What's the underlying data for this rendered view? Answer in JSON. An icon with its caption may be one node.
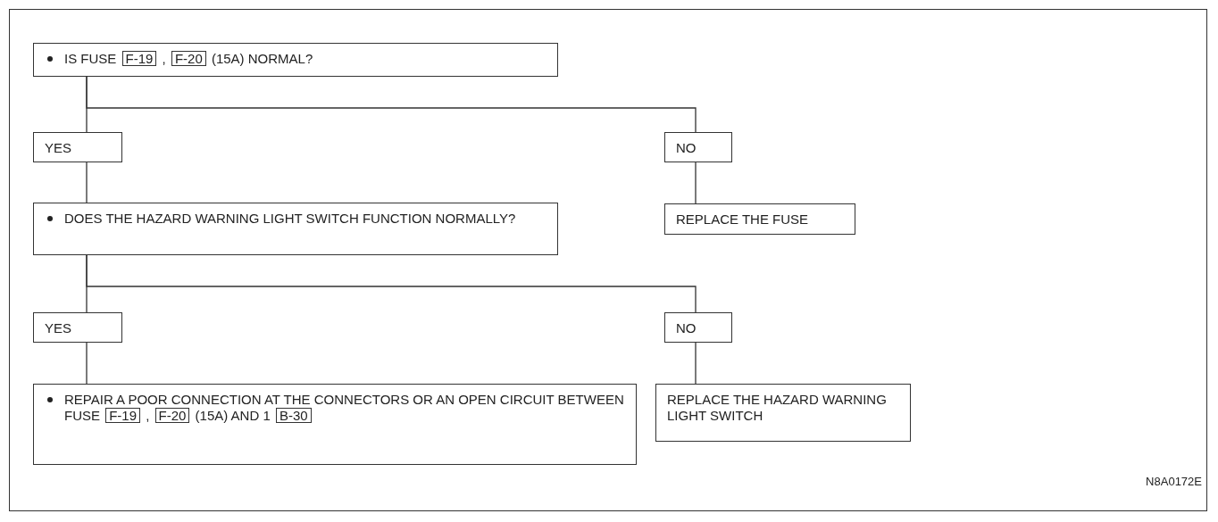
{
  "diagram": {
    "nodes": [
      {
        "text": [
          "IS FUSE",
          ",",
          "(15A) NORMAL?"
        ]
      },
      {
        "text": [
          "F-19"
        ],
        "in": 0
      },
      {
        "text": [
          "F-20"
        ],
        "in": 0
      },
      {
        "text": [
          "YES"
        ]
      },
      {
        "text": [
          "NO"
        ]
      },
      {
        "text": [
          "DOES THE HAZARD WARNING LIGHT SWITCH FUNCTION NORMALLY?"
        ]
      },
      {
        "text": [
          "REPLACE THE FUSE"
        ]
      },
      {
        "text": [
          "YES"
        ]
      },
      {
        "text": [
          "NO"
        ]
      },
      {
        "text": [
          "REPAIR A POOR CONNECTION AT THE CONNECTORS OR AN OPEN CIRCUIT BETWEEN FUSE",
          ",",
          "(15A) AND 1"
        ]
      },
      {
        "text": [
          "F-19"
        ],
        "in": 9
      },
      {
        "text": [
          "F-20"
        ],
        "in": 9
      },
      {
        "text": [
          "B-30"
        ],
        "in": 9
      },
      {
        "text": [
          "REPLACE THE HAZARD WARNING LIGHT SWITCH"
        ]
      }
    ],
    "edges": [
      {
        "from": 0,
        "to": 3,
        "arrow": "none"
      },
      {
        "from": 0,
        "to": 4,
        "arrow": "none"
      },
      {
        "from": 3,
        "to": 5,
        "arrow": "none"
      },
      {
        "from": 4,
        "to": 6,
        "arrow": "none"
      },
      {
        "from": 5,
        "to": 7,
        "arrow": "none"
      },
      {
        "from": 5,
        "to": 8,
        "arrow": "none"
      },
      {
        "from": 7,
        "to": 9,
        "arrow": "none"
      },
      {
        "from": 8,
        "to": 13,
        "arrow": "none"
      }
    ],
    "labels": [
      "N8A0172E"
    ]
  }
}
